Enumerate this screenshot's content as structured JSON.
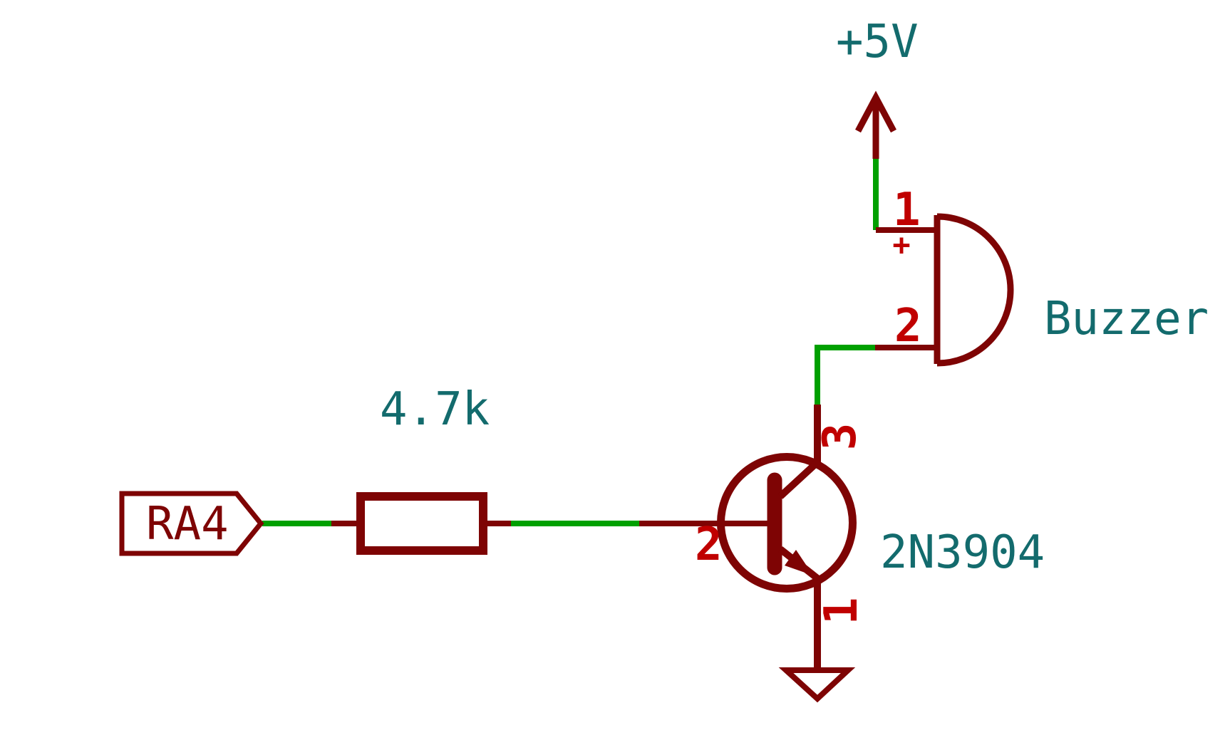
{
  "colors": {
    "background": "#ffffff",
    "component": "#7e0404",
    "pin_number": "#c00000",
    "wire": "#00a000",
    "value_text": "#136b6d"
  },
  "schematic": {
    "power_net": {
      "label": "+5V"
    },
    "input_port": {
      "label": "RA4"
    },
    "resistor": {
      "value": "4.7k"
    },
    "transistor": {
      "value": "2N3904",
      "pins": {
        "emitter": "1",
        "base": "2",
        "collector": "3"
      }
    },
    "buzzer": {
      "value": "Buzzer",
      "polarity_mark": "+",
      "pins": {
        "positive": "1",
        "negative": "2"
      }
    }
  }
}
